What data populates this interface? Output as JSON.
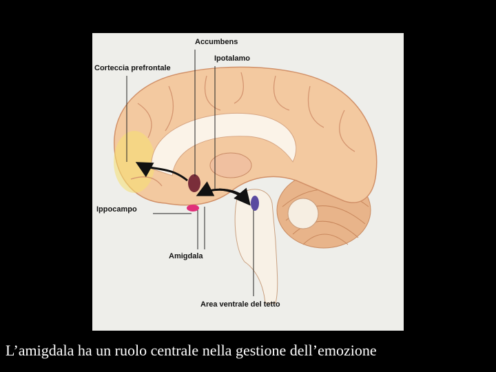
{
  "figure": {
    "labels": {
      "accumbens": "Accumbens",
      "ipotalamo": "Ipotalamo",
      "corteccia": "Corteccia prefrontale",
      "ippocampo": "Ippocampo",
      "amigdala": "Amigdala",
      "area_ventrale": "Area ventrale del tetto"
    },
    "colors": {
      "cortex": "#f3c9a0",
      "prefrontal": "#f5e070",
      "accumbens": "#7a2e3a",
      "amygdala": "#e0307a",
      "vta": "#5a4aa0"
    }
  },
  "caption": "L’amigdala ha un ruolo centrale nella gestione dell’emozione"
}
